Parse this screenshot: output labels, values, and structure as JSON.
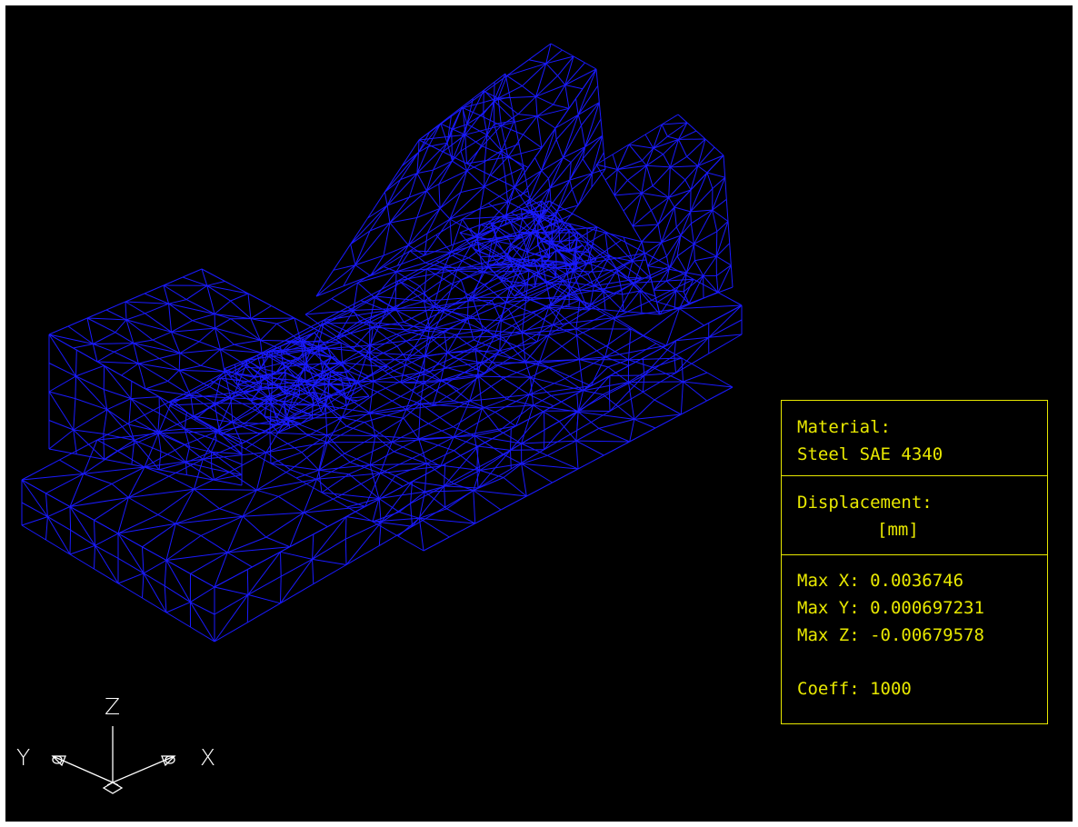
{
  "viewport": {
    "background": "#000000",
    "mesh_color": "#1a1aff"
  },
  "info_panel": {
    "color": "#e8e800",
    "material_label": "Material:",
    "material_value": "Steel SAE 4340",
    "displacement_label": "Displacement:",
    "displacement_unit": "[mm]",
    "max_x": "Max X: 0.0036746",
    "max_y": "Max Y: 0.000697231",
    "max_z": "Max Z: -0.00679578",
    "coeff": "Coeff:  1000"
  },
  "ucs": {
    "x_label": "X",
    "y_label": "Y",
    "z_label": "Z",
    "color": "#ffffff"
  }
}
